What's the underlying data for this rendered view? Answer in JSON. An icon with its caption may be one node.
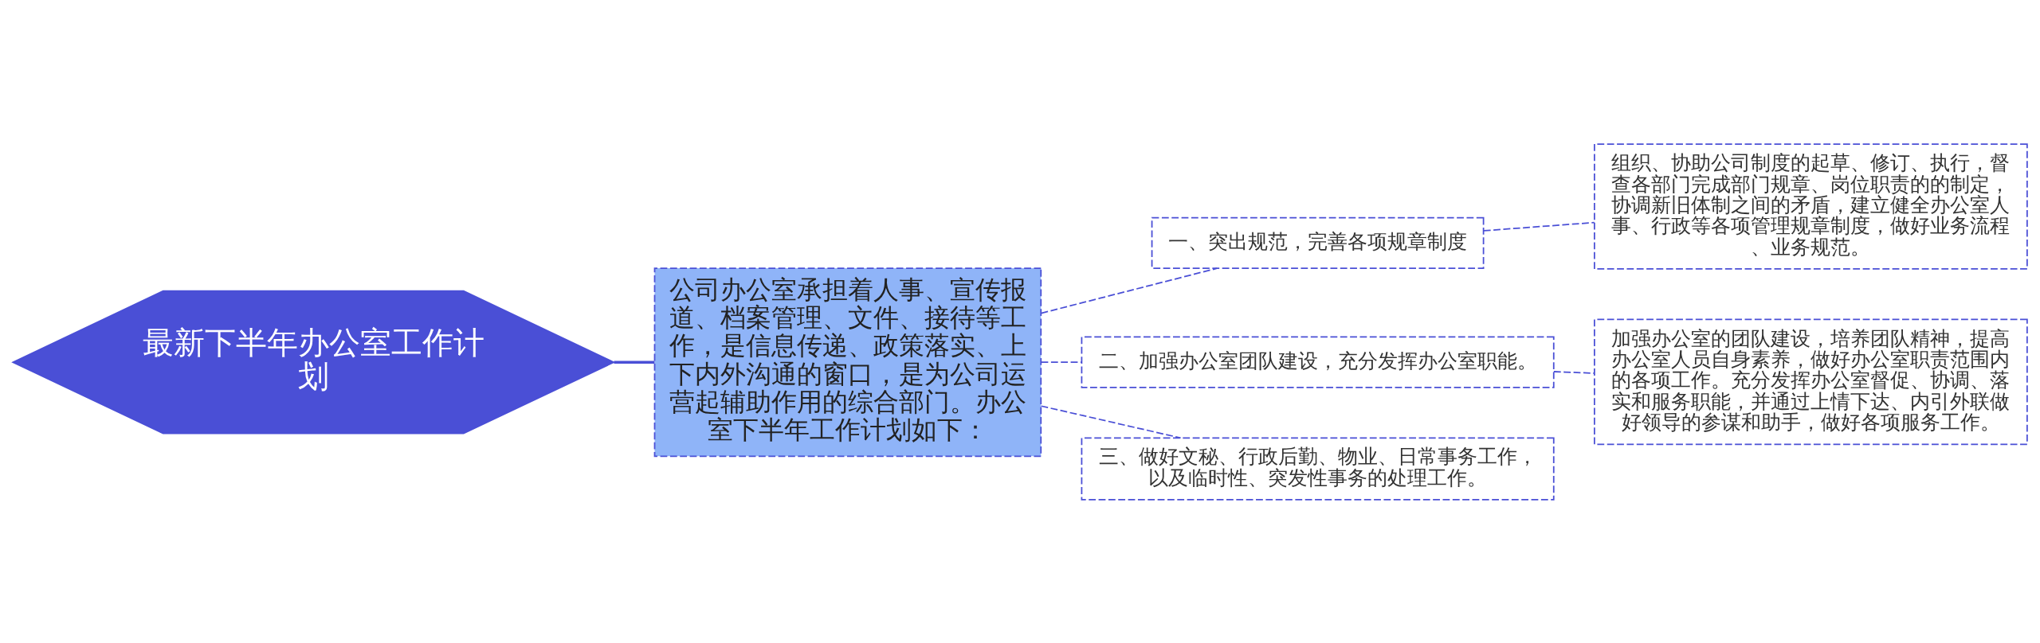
{
  "diagram": {
    "nodes": [
      {
        "text": [
          "最新下半年办公室工作计划"
        ]
      },
      {
        "text": [
          "公司办公室承担着人事、宣传报道、档案管理、文件、接待等工作，是信息传递、政策落实、上下内外沟通的窗口，是为公司运营起辅助作用的综合部门。办公室下半年工作计划如下："
        ]
      },
      {
        "text": [
          "一、突出规范，完善各项规章制度"
        ]
      },
      {
        "text": [
          "组织、协助公司制度的起草、修订、执行，督查各部门完成部门规章、岗位职责的的制定，协调新旧体制之间的矛盾，建立健全办公室人事、行政等各项管理规章制度，做好业务流程、业务规范。"
        ]
      },
      {
        "text": [
          "二、加强办公室团队建设，充分发挥办公室职能。"
        ]
      },
      {
        "text": [
          "加强办公室的团队建设，培养团队精神，提高办公室人员自身素养，做好办公室职责范围内的各项工作。充分发挥办公室督促、协调、落实和服务职能，并通过上情下达、内引外联做好领导的参谋和助手，做好各项服务工作。"
        ]
      },
      {
        "text": [
          "三、做好文秘、行政后勤、物业、日常事务工作，以及临时性、突发性事务的处理工作。"
        ]
      }
    ],
    "edges": [
      {
        "from": 0,
        "to": 1,
        "arrow": "none",
        "color": "#4a4fd6"
      },
      {
        "from": 1,
        "to": 2,
        "arrow": "none",
        "style": "dashed",
        "color": "#4a4fd6"
      },
      {
        "from": 1,
        "to": 4,
        "arrow": "none",
        "style": "dashed",
        "color": "#4a4fd6"
      },
      {
        "from": 1,
        "to": 6,
        "arrow": "none",
        "style": "dashed",
        "color": "#4a4fd6"
      },
      {
        "from": 2,
        "to": 3,
        "arrow": "none",
        "style": "dashed",
        "color": "#4a4fd6"
      },
      {
        "from": 4,
        "to": 5,
        "arrow": "none",
        "style": "dashed",
        "color": "#4a4fd6"
      }
    ]
  }
}
